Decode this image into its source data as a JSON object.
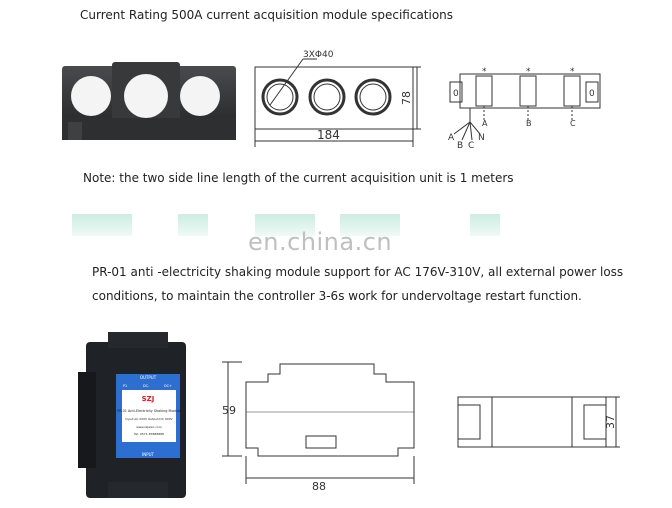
{
  "header": {
    "title": "Current Rating 500A current acquisition module specifications"
  },
  "sensor_drawing": {
    "hole_spec": "3XΦ40",
    "width_dim": "184",
    "height_dim": "78"
  },
  "wiring_diagram": {
    "left_terminal": "0",
    "right_terminal": "0",
    "phase_labels": [
      "A",
      "B",
      "C"
    ],
    "wire_labels": [
      "A",
      "N",
      "B",
      "C"
    ],
    "star_mark": "*"
  },
  "note": {
    "text": "Note: the two side line length of the current acquisition unit is 1 meters"
  },
  "watermark": {
    "text": "en.china.cn"
  },
  "description": {
    "line1": "PR-01 anti -electricity shaking module support for AC 176V-310V, all external power loss",
    "line2": "conditions, to maintain the controller 3-6s work for undervoltage restart function."
  },
  "module_label": {
    "top": "OUTPUT",
    "brand": "SZJ",
    "name": "PR-01 Anti-Electricity Shaking Module",
    "spec": "Input:AC 220V  Output:DC 300V",
    "site": "www.szjelec.com",
    "phone": "Tel: 0571-87888888",
    "bottom": "INPUT",
    "terminals": [
      "P1",
      "DC-",
      "DC+"
    ]
  },
  "module_side_drawing": {
    "height_dim": "59",
    "width_dim": "88"
  },
  "module_bottom_drawing": {
    "depth_dim": "37"
  },
  "colors": {
    "module_body": "#1f2226",
    "label_blue": "#2d6fd0",
    "label_white": "#ffffff",
    "sensor_body": "#3a3b3d"
  }
}
